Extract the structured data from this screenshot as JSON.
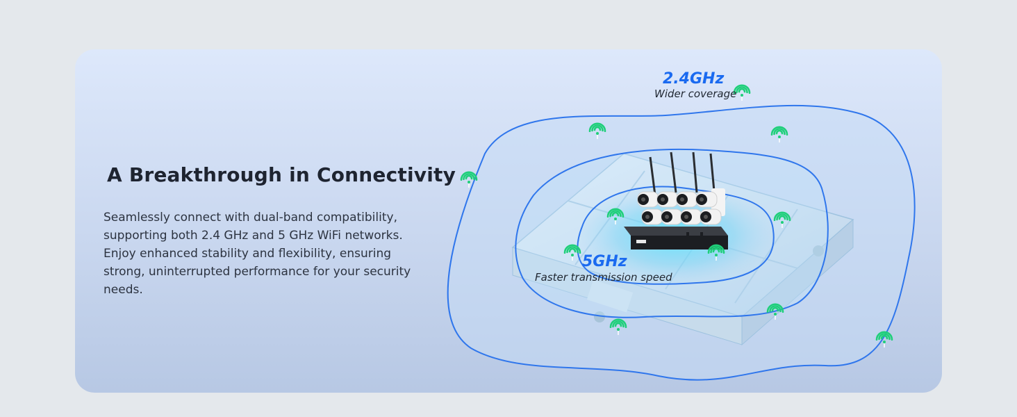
{
  "headline": "A Breakthrough in Connectivity",
  "description": "Seamlessly connect with dual-band compatibility, supporting both 2.4 GHz and 5 GHz WiFi networks. Enjoy enhanced stability and flexibility, ensuring strong, uninterrupted performance for your security needs.",
  "bands": {
    "band_24": {
      "label": "2.4GHz",
      "caption": "Wider coverage"
    },
    "band_5": {
      "label": "5GHz",
      "caption": "Faster transmission speed"
    }
  },
  "colors": {
    "page_bg": "#e4e8ec",
    "card_bg": "#d4e0f4",
    "accent_blue": "#1a6af0",
    "wifi_green": "#1fcf7a",
    "text_dark": "#1e2430"
  },
  "icons": [
    "wifi-signal-icon",
    "camera-icon",
    "nvr-recorder-icon"
  ]
}
